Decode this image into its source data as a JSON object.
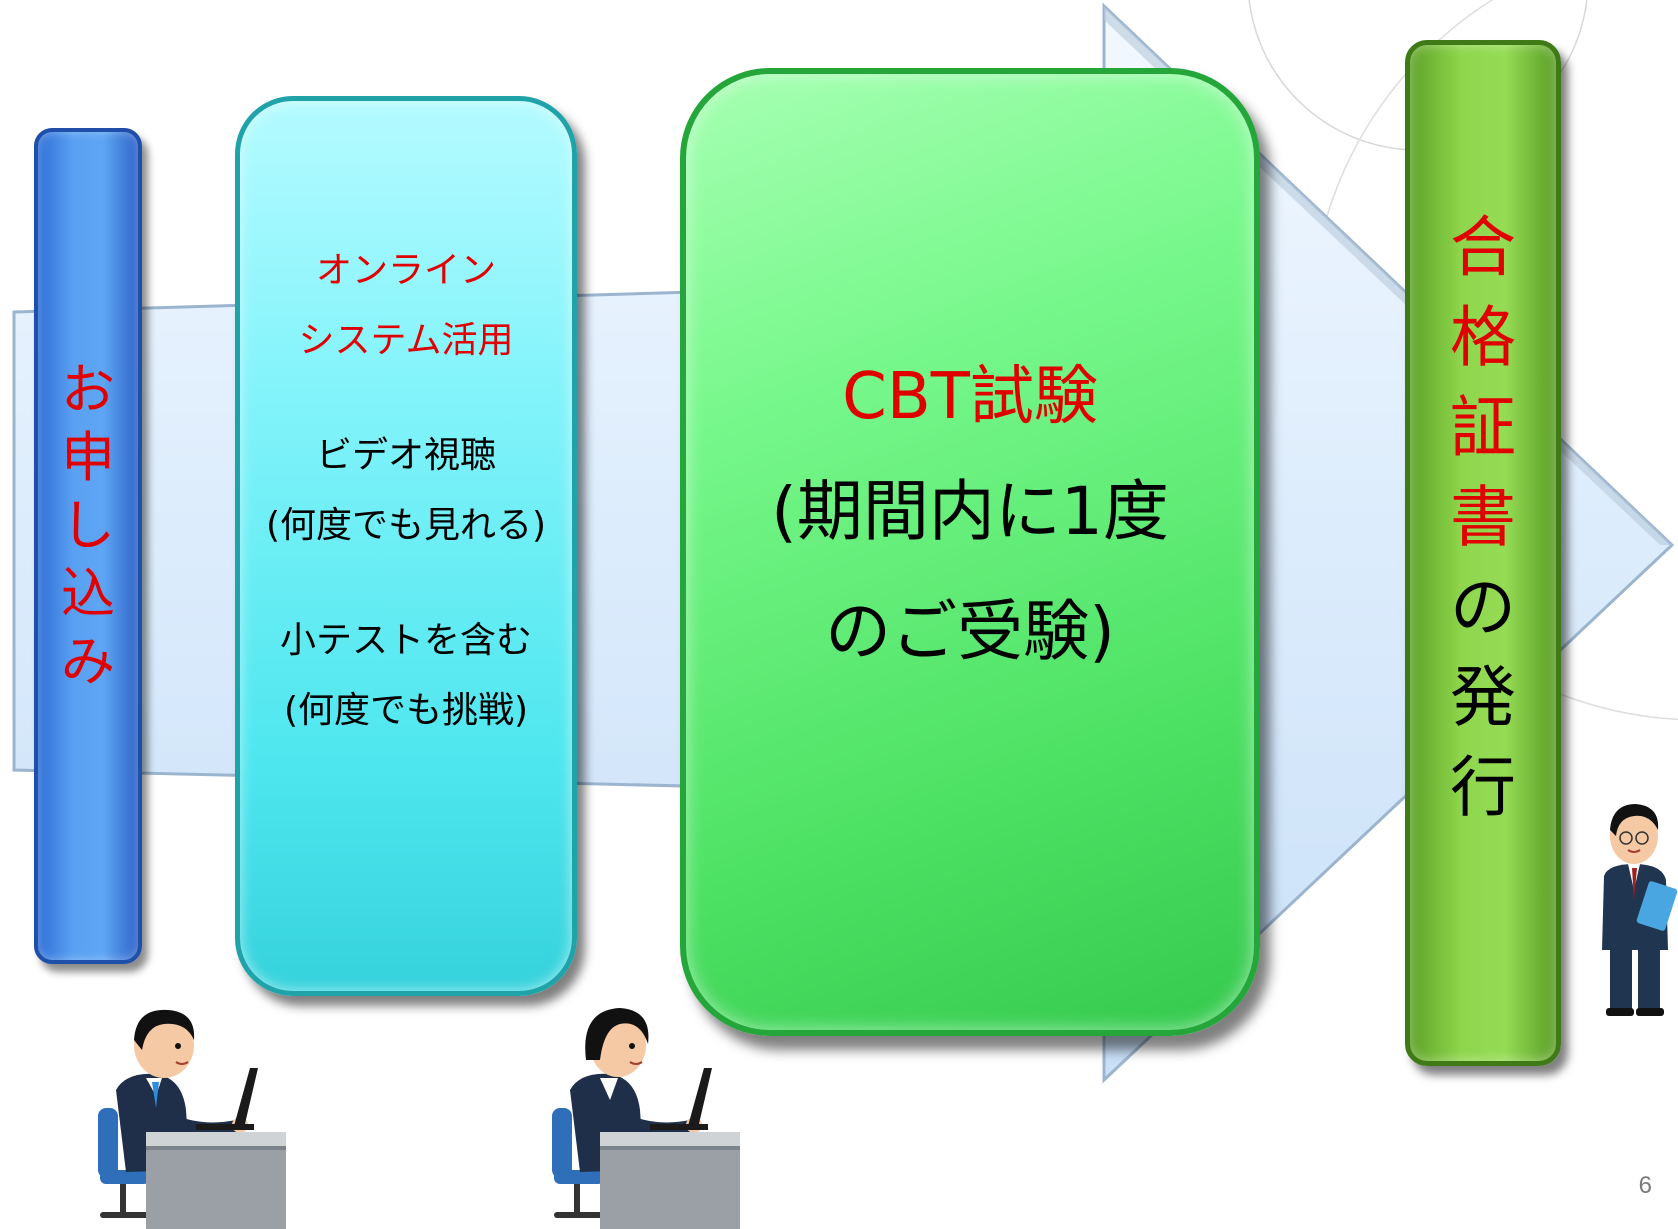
{
  "steps": {
    "apply": {
      "label_chars": [
        "お",
        "申",
        "し",
        "込",
        "み"
      ]
    },
    "online": {
      "title_line1": "オンライン",
      "title_line2": "システム活用",
      "video_line1": "ビデオ視聴",
      "video_line2": "(何度でも見れる)",
      "quiz_line1": "小テストを含む",
      "quiz_line2": "(何度でも挑戦)"
    },
    "cbt": {
      "title": "CBT試験",
      "line1": "(期間内に1度",
      "line2": "のご受験)"
    },
    "certificate": {
      "red_chars": [
        "合",
        "格",
        "証",
        "書"
      ],
      "black_chars": [
        "の",
        "発",
        "行"
      ]
    }
  },
  "page_number": "6",
  "colors": {
    "accent_red": "#e10000",
    "apply_box": "#4a8ee8",
    "online_box": "#5fe9f0",
    "cbt_box": "#5fea74",
    "certificate_box": "#85cc44",
    "arrow": "#e6f1fc"
  }
}
